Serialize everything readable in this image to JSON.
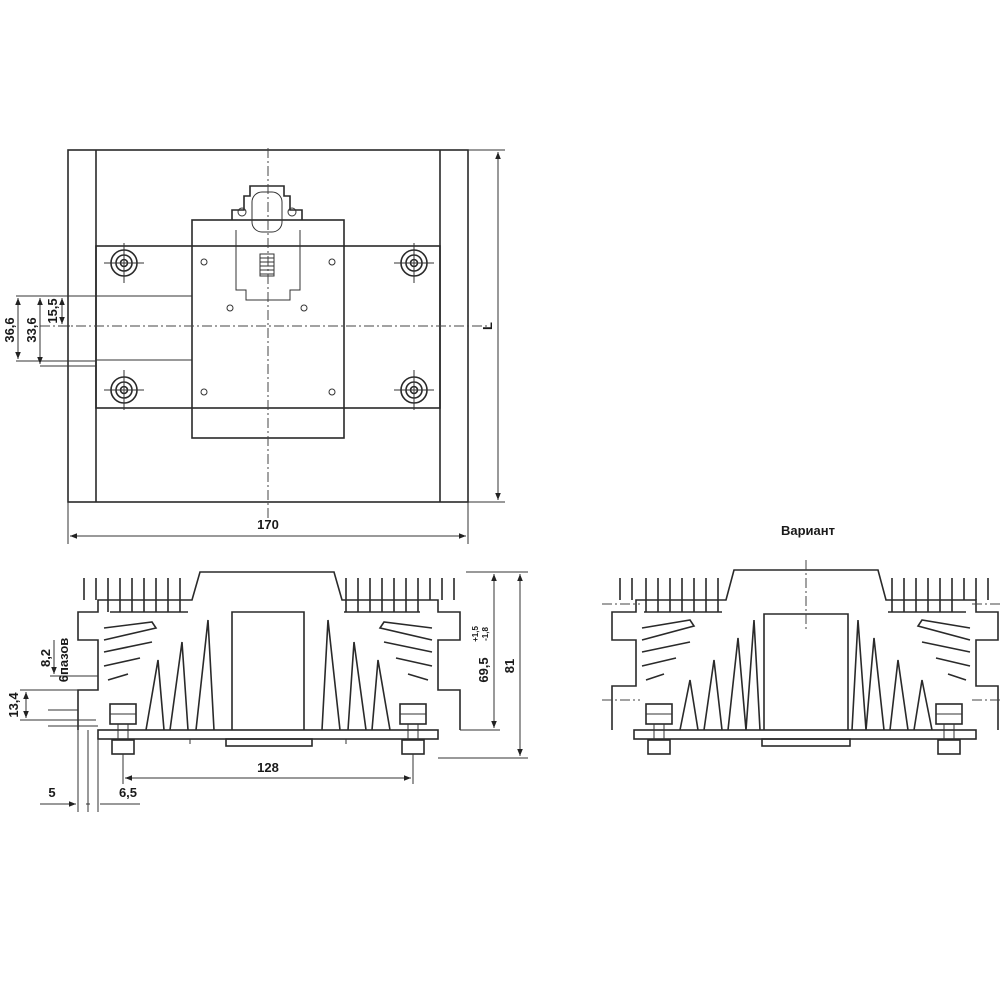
{
  "top_view": {
    "dim_width": "170",
    "dim_length": "L",
    "dim_36_6": "36,6",
    "dim_33_6": "33,6",
    "dim_15_5": "15,5"
  },
  "front_view": {
    "dim_height_81": "81",
    "dim_height_69_5": "69,5",
    "tol_plus": "+1,5",
    "tol_minus": "-1,8",
    "dim_8_2": "8,2",
    "dim_slots": "6пазов",
    "dim_13_4": "13,4",
    "dim_128": "128",
    "dim_5": "5",
    "dim_6_5": "6,5"
  },
  "variant_view": {
    "title": "Вариант"
  }
}
